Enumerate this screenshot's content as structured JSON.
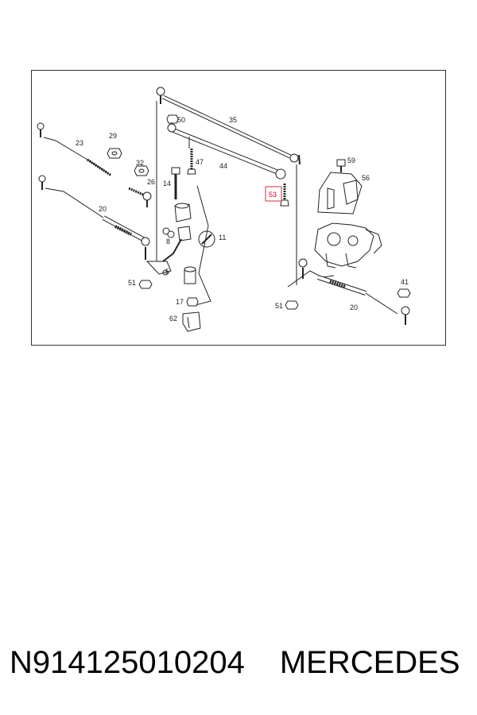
{
  "diagram": {
    "callouts": {
      "c23": "23",
      "c29": "29",
      "c32": "32",
      "c26": "26",
      "c20a": "20",
      "c14": "14",
      "c50": "50",
      "c47": "47",
      "c35": "35",
      "c44": "44",
      "c8": "8",
      "c11": "11",
      "c5": "5",
      "c51a": "51",
      "c17": "17",
      "c62": "62",
      "c53": "53",
      "c59": "59",
      "c56": "56",
      "c41": "41",
      "c51b": "51",
      "c20b": "20"
    },
    "highlighted_part": "53",
    "highlight_color": "#d0303a"
  },
  "footer": {
    "part_number": "N914125010204",
    "brand": "MERCEDES"
  }
}
